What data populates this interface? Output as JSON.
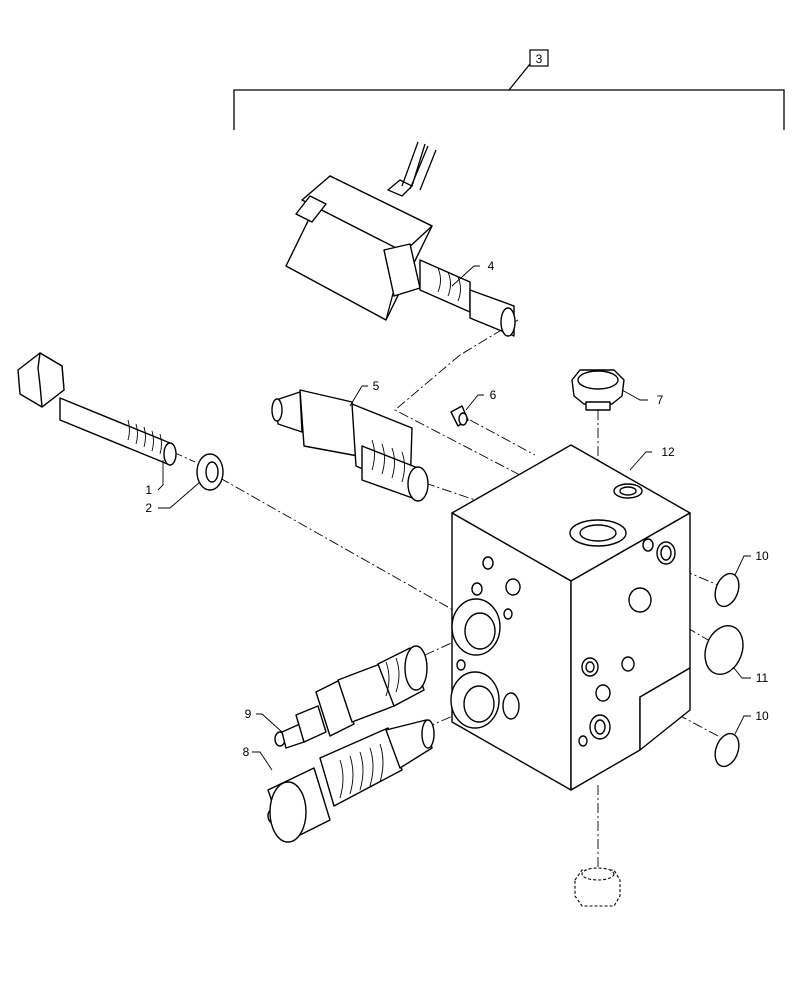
{
  "callouts": {
    "group": "3",
    "c1": "1",
    "c2": "2",
    "c4": "4",
    "c5": "5",
    "c6": "6",
    "c7": "7",
    "c8": "8",
    "c9": "9",
    "c10a": "10",
    "c10b": "10",
    "c11": "11",
    "c12": "12"
  }
}
